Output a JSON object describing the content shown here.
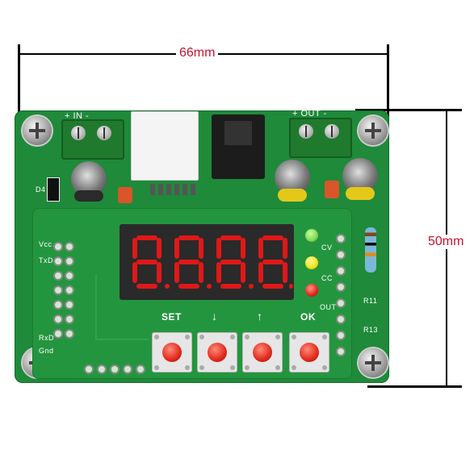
{
  "dimensions": {
    "width_label": "66mm",
    "height_label": "50mm"
  },
  "board": {
    "input_label": "+ IN -",
    "output_label": "+ OUT -",
    "display_digits": "8.8.8.8.",
    "led_labels": [
      "CV",
      "CC",
      "OUT"
    ],
    "buttons": [
      "SET",
      "↓",
      "↑",
      "OK"
    ],
    "header_labels": [
      "Vcc",
      "TxD",
      "RxD",
      "Gnd"
    ],
    "resistor_labels": [
      "R11",
      "R13"
    ],
    "misc_labels": [
      "D4"
    ]
  },
  "colors": {
    "pcb": "#1f8a3a",
    "digit_on": "#e01818",
    "led_green": "#7ed957",
    "led_yellow": "#f2e21a",
    "led_red": "#e5231b",
    "dimension_text": "#c8102e"
  }
}
